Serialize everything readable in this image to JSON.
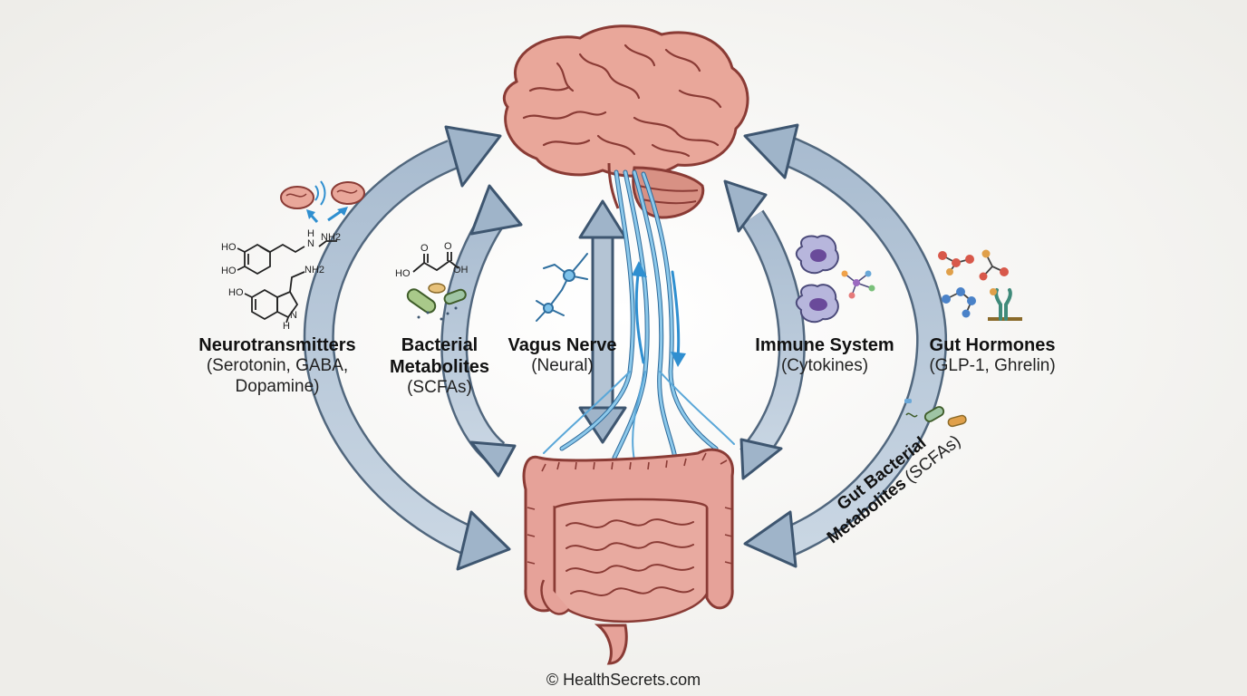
{
  "labels": {
    "neurotransmitters": {
      "title": "Neurotransmitters",
      "detail_1": "(Serotonin, GABA,",
      "detail_2": "Dopamine)"
    },
    "bacterial_metabolites": {
      "title_1": "Bacterial",
      "title_2": "Metabolites",
      "detail": "(SCFAs)"
    },
    "vagus_nerve": {
      "title": "Vagus Nerve",
      "detail": "(Neural)"
    },
    "immune_system": {
      "title": "Immune System",
      "detail": "(Cytokines)"
    },
    "gut_hormones": {
      "title": "Gut Hormones",
      "detail": "(GLP-1, Ghrelin)"
    },
    "gut_bacterial_metabolites": {
      "title_1": "Gut Bacterial",
      "title_2": "Metabolites",
      "detail": "(SCFAs)"
    }
  },
  "molecules": {
    "dopamine": {
      "ho_1": "HO",
      "ho_2": "HO",
      "amine": "N",
      "amine_h": "H",
      "nh2": "NH2"
    },
    "serotonin": {
      "nh2": "NH2",
      "ho": "HO",
      "nh": "N",
      "nh_h": "H"
    },
    "scfa": {
      "ho": "HO",
      "oh": "OH",
      "o_1": "O",
      "o_2": "O"
    }
  },
  "credit": "© HealthSecrets.com",
  "colors": {
    "arrow_fill": "#b6c7d8",
    "arrow_stroke": "#3e5670",
    "brain": "#e9a79a",
    "brain_outline": "#8a3b35",
    "gut": "#e6a299",
    "gut_outline": "#8a3b35",
    "nerve": "#5aa7d8",
    "background": "#f3f2ef"
  },
  "icons": [
    "brain-illustration",
    "intestine-illustration",
    "vagus-nerve-fibers",
    "neuron-icon",
    "immune-cell-icon",
    "cytokine-icon",
    "hormone-molecule-icon",
    "receptor-icon",
    "bacteria-icon",
    "brain-signal-icon",
    "dopamine-molecule",
    "serotonin-molecule",
    "scfa-molecule"
  ]
}
